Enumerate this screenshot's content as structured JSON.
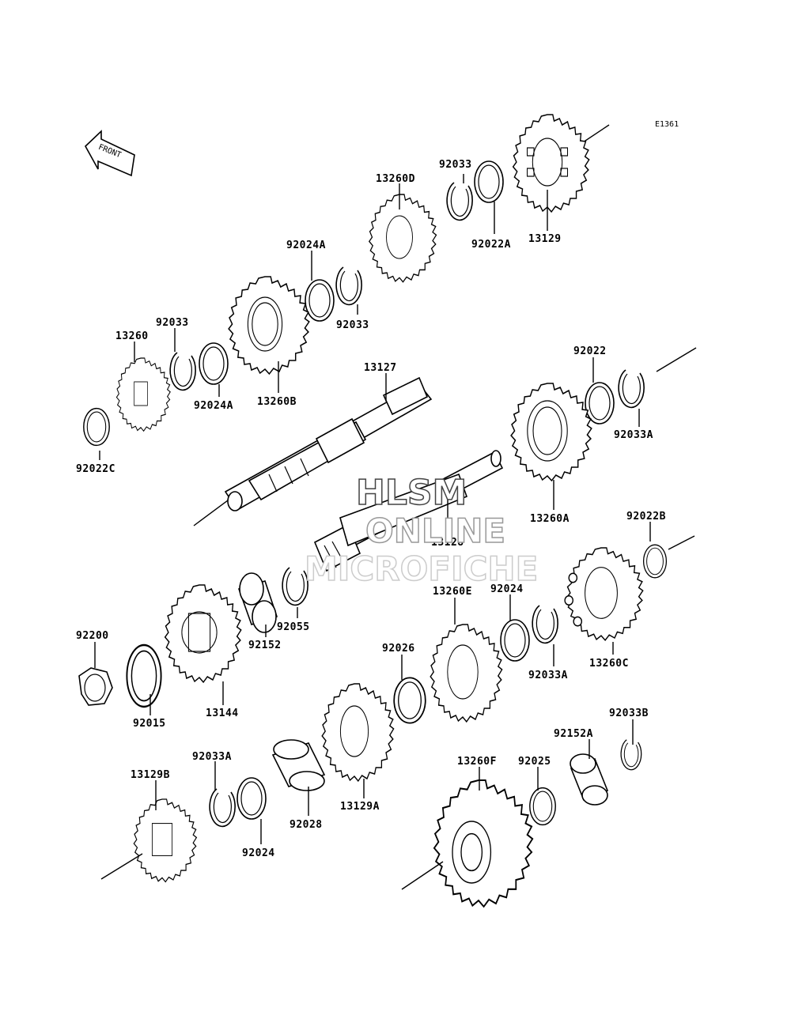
{
  "diagram_code": "E1361",
  "front_arrow_text": "FRONT",
  "watermark": {
    "line1": "HLSM",
    "line2": "ONLINE",
    "line3": "MICROFICHE"
  },
  "parts": [
    {
      "id": "p13129",
      "label": "13129"
    },
    {
      "id": "p92033a",
      "label": "92033"
    },
    {
      "id": "p92022A",
      "label": "92022A"
    },
    {
      "id": "p13260D",
      "label": "13260D"
    },
    {
      "id": "p92024A_1",
      "label": "92024A"
    },
    {
      "id": "p92033b",
      "label": "92033"
    },
    {
      "id": "p13260B",
      "label": "13260B"
    },
    {
      "id": "p92024A_2",
      "label": "92024A"
    },
    {
      "id": "p92033c",
      "label": "92033"
    },
    {
      "id": "p13260",
      "label": "13260"
    },
    {
      "id": "p92022C",
      "label": "92022C"
    },
    {
      "id": "p13127",
      "label": "13127"
    },
    {
      "id": "p13128",
      "label": "13128"
    },
    {
      "id": "p92022",
      "label": "92022"
    },
    {
      "id": "p92033A_1",
      "label": "92033A"
    },
    {
      "id": "p13260A",
      "label": "13260A"
    },
    {
      "id": "p92022B",
      "label": "92022B"
    },
    {
      "id": "p13260C",
      "label": "13260C"
    },
    {
      "id": "p92024_1",
      "label": "92024"
    },
    {
      "id": "p92033A_2",
      "label": "92033A"
    },
    {
      "id": "p13260E",
      "label": "13260E"
    },
    {
      "id": "p92026",
      "label": "92026"
    },
    {
      "id": "p92055",
      "label": "92055"
    },
    {
      "id": "p92152",
      "label": "92152"
    },
    {
      "id": "p13144",
      "label": "13144"
    },
    {
      "id": "p92200",
      "label": "92200"
    },
    {
      "id": "p92015",
      "label": "92015"
    },
    {
      "id": "p92033B",
      "label": "92033B"
    },
    {
      "id": "p92152A",
      "label": "92152A"
    },
    {
      "id": "p92025",
      "label": "92025"
    },
    {
      "id": "p13260F",
      "label": "13260F"
    },
    {
      "id": "p13129A",
      "label": "13129A"
    },
    {
      "id": "p92028",
      "label": "92028"
    },
    {
      "id": "p92024_2",
      "label": "92024"
    },
    {
      "id": "p92033A_3",
      "label": "92033A"
    },
    {
      "id": "p13129B",
      "label": "13129B"
    }
  ]
}
